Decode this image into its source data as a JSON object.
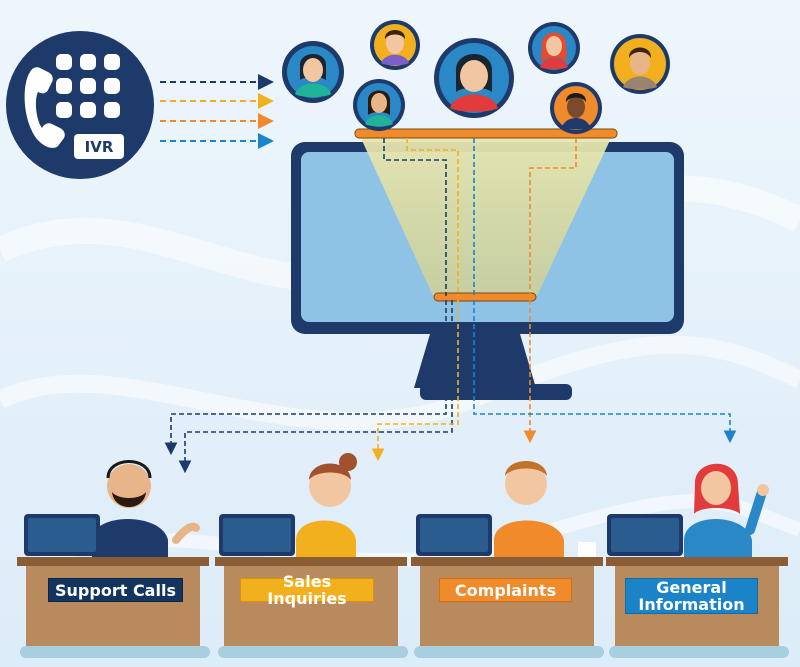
{
  "ivr": {
    "label": "IVR",
    "icon": "phone-keypad-icon"
  },
  "callers": [
    {
      "name": "caller-1"
    },
    {
      "name": "caller-2"
    },
    {
      "name": "caller-3"
    },
    {
      "name": "caller-4"
    },
    {
      "name": "caller-5"
    },
    {
      "name": "caller-6"
    },
    {
      "name": "caller-7"
    }
  ],
  "departments": {
    "support": {
      "label": "Support Calls",
      "color": "#13345e"
    },
    "sales": {
      "label": "Sales Inquiries",
      "color": "#f2b01e"
    },
    "complaints": {
      "label": "Complaints",
      "color": "#f08a2b"
    },
    "general": {
      "label_line1": "General",
      "label_line2": "Information",
      "color": "#1b84c9"
    }
  },
  "colors": {
    "navy": "#1d3a6b",
    "yellow": "#f2b01e",
    "orange": "#f08a2b",
    "blue": "#1b84c9",
    "monitor_screen": "#8ec3e6",
    "desk": "#b98a5e"
  }
}
